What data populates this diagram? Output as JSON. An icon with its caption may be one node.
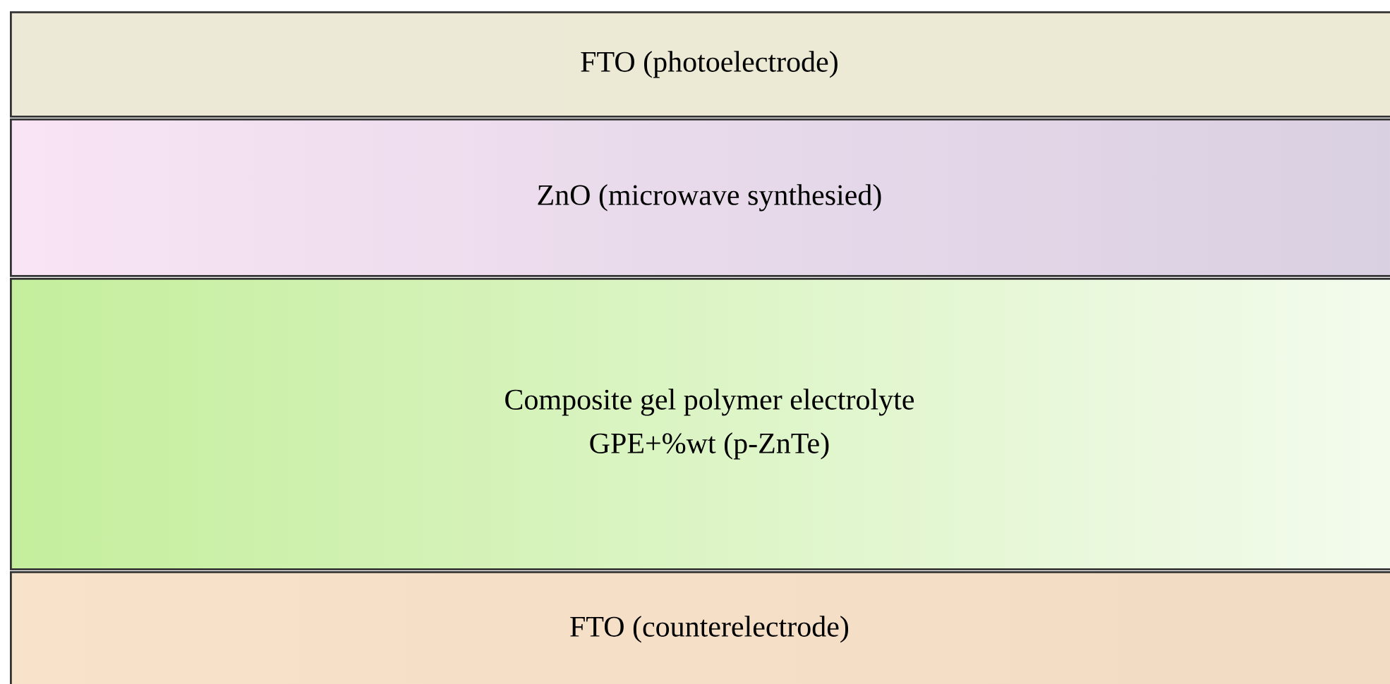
{
  "diagram": {
    "nodes": [
      {
        "text": [
          "FTO (photoelectrode)"
        ]
      },
      {
        "text": [
          "ZnO (microwave synthesied)"
        ]
      },
      {
        "text": [
          "Composite gel polymer electrolyte",
          "GPE+%wt (p-ZnTe)"
        ]
      },
      {
        "text": [
          "FTO (counterelectrode)"
        ]
      }
    ]
  }
}
